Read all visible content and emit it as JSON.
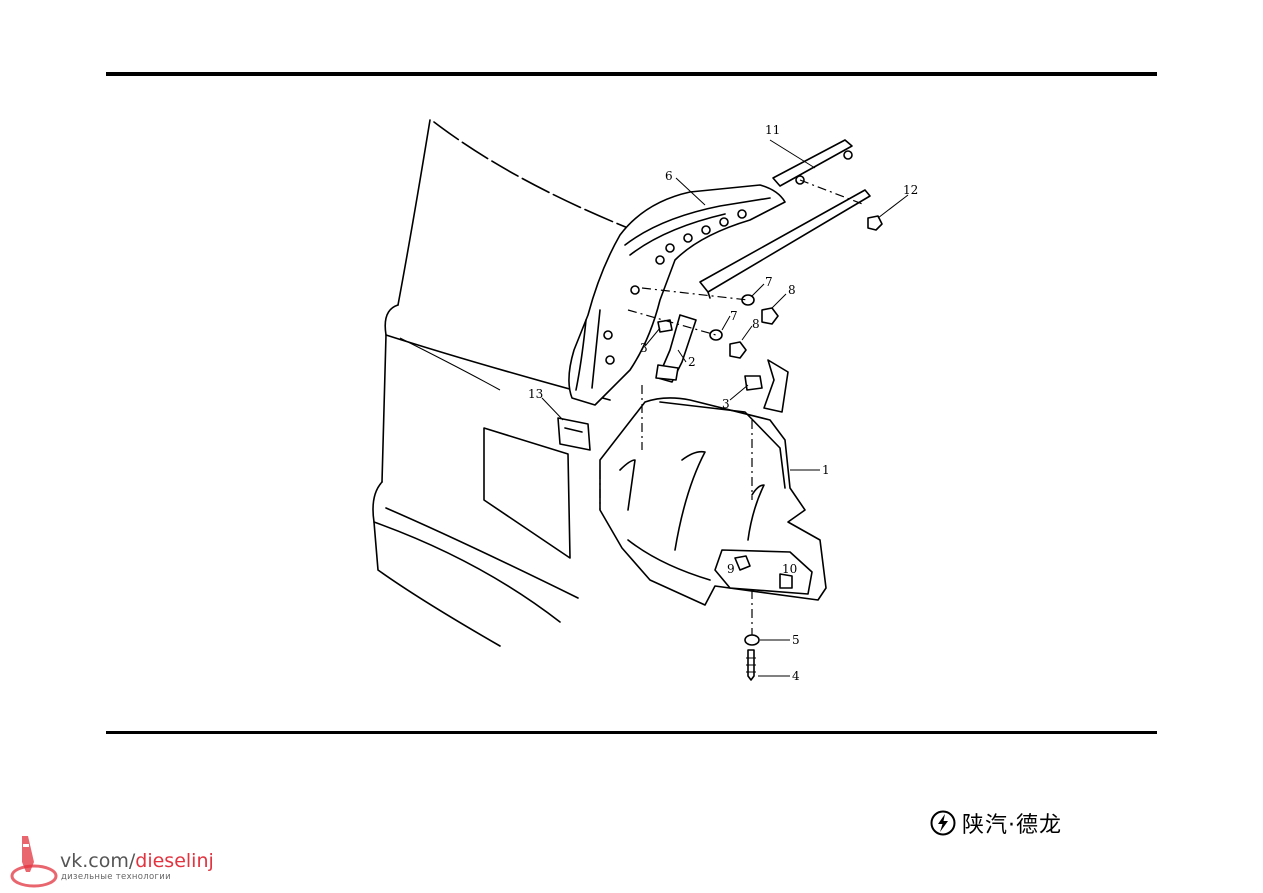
{
  "diagram": {
    "callouts": {
      "c1": "1",
      "c2": "2",
      "c3a": "3",
      "c3b": "3",
      "c4": "4",
      "c5": "5",
      "c6": "6",
      "c7a": "7",
      "c7b": "7",
      "c8a": "8",
      "c8b": "8",
      "c9": "9",
      "c10": "10",
      "c11": "11",
      "c12": "12",
      "c13": "13"
    }
  },
  "footer": {
    "brand_text": "陕汽·德龙",
    "brand_logo_icon": "shaanxi-lightning-logo-icon"
  },
  "watermark": {
    "url_prefix": "vk.com/",
    "url_accent": "dieselinj",
    "subtitle": "дизельные технологии",
    "accent_color": "#e2333f"
  }
}
